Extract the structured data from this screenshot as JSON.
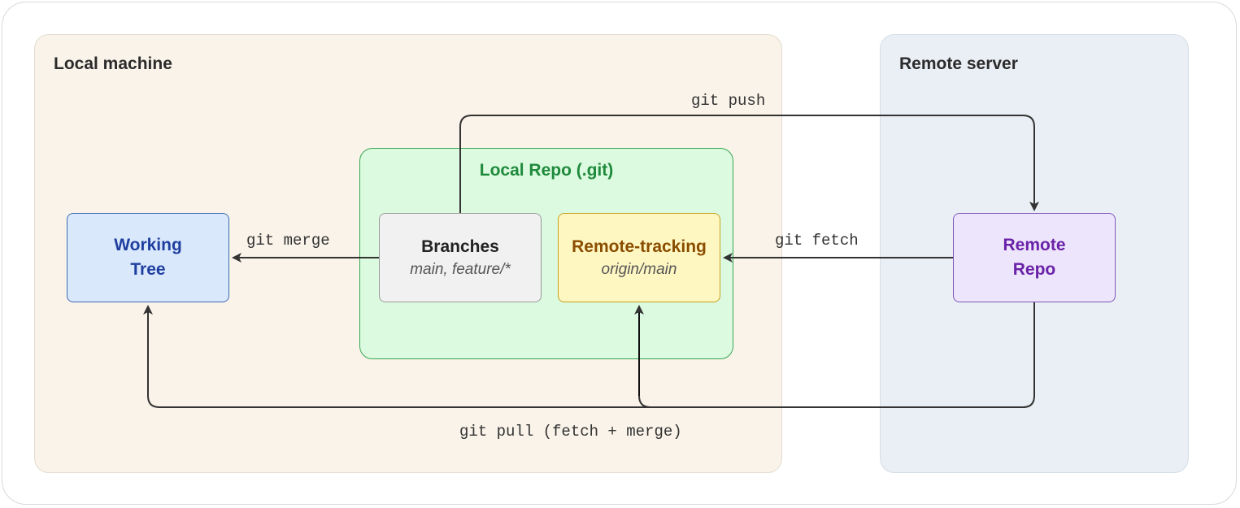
{
  "zones": {
    "local_title": "Local machine",
    "remote_title": "Remote server",
    "repo_title": "Local Repo (.git)"
  },
  "nodes": {
    "working_tree": {
      "title_line1": "Working",
      "title_line2": "Tree"
    },
    "branches": {
      "title": "Branches",
      "subtitle": "main, feature/*"
    },
    "remote_tracking": {
      "title": "Remote-tracking",
      "subtitle": "origin/main"
    },
    "remote_repo": {
      "title_line1": "Remote",
      "title_line2": "Repo"
    }
  },
  "edges": {
    "push": "git push",
    "merge": "git merge",
    "fetch": "git fetch",
    "pull": "git pull (fetch + merge)"
  },
  "colors": {
    "working_tree": "#dae8fc",
    "branches": "#f1f1f1",
    "remote_tracking": "#fff7c2",
    "remote_repo": "#ede5fb",
    "local_repo": "#dcfadf",
    "edge": "#333333"
  }
}
